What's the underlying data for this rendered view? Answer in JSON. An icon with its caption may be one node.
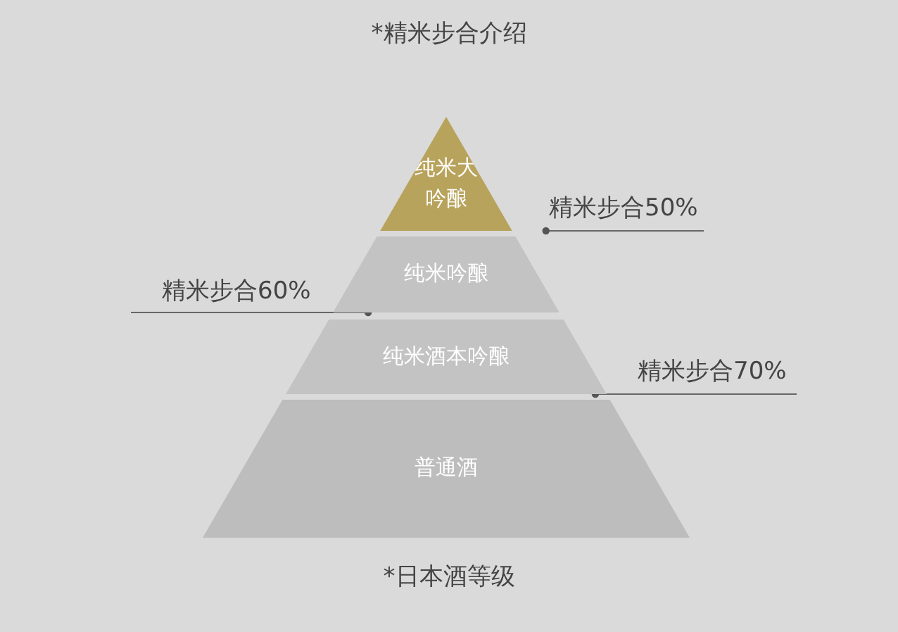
{
  "diagram": {
    "title": "*精米步合介绍",
    "caption": "*日本酒等级",
    "nodes": [
      {
        "text": [
          "纯米大吟酿"
        ]
      },
      {
        "text": [
          "纯米吟酿"
        ]
      },
      {
        "text": [
          "纯米酒本吟酿"
        ]
      },
      {
        "text": [
          "普通酒"
        ]
      },
      {
        "text": [
          "精米步合50%"
        ]
      },
      {
        "text": [
          "精米步合60%"
        ]
      },
      {
        "text": [
          "精米步合70%"
        ]
      }
    ],
    "edges": [
      {
        "from": 4,
        "to": 0,
        "arrow": "other"
      },
      {
        "from": 5,
        "to": 1,
        "arrow": "other"
      },
      {
        "from": 6,
        "to": 2,
        "arrow": "other"
      }
    ]
  }
}
